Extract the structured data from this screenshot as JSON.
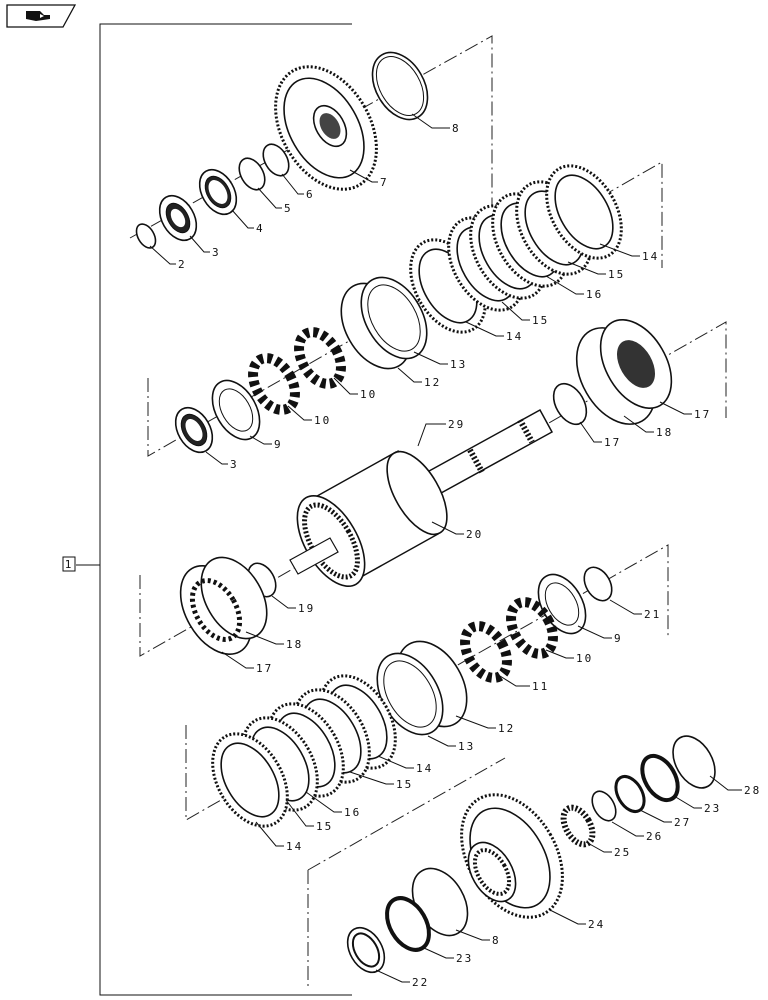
{
  "nav_icon": "back-arrow-icon",
  "group_marker": "1",
  "callouts": [
    {
      "id": "c2",
      "text": "2"
    },
    {
      "id": "c3a",
      "text": "3"
    },
    {
      "id": "c4",
      "text": "4"
    },
    {
      "id": "c5",
      "text": "5"
    },
    {
      "id": "c6",
      "text": "6"
    },
    {
      "id": "c7",
      "text": "7"
    },
    {
      "id": "c8a",
      "text": "8"
    },
    {
      "id": "c14a",
      "text": "14"
    },
    {
      "id": "c15a",
      "text": "15"
    },
    {
      "id": "c16a",
      "text": "16"
    },
    {
      "id": "c15b",
      "text": "15"
    },
    {
      "id": "c14b",
      "text": "14"
    },
    {
      "id": "c13a",
      "text": "13"
    },
    {
      "id": "c12a",
      "text": "12"
    },
    {
      "id": "c10a",
      "text": "10"
    },
    {
      "id": "c10b",
      "text": "10"
    },
    {
      "id": "c9a",
      "text": "9"
    },
    {
      "id": "c3b",
      "text": "3"
    },
    {
      "id": "c29",
      "text": "29"
    },
    {
      "id": "c17a",
      "text": "17"
    },
    {
      "id": "c17b",
      "text": "17"
    },
    {
      "id": "c18a",
      "text": "18"
    },
    {
      "id": "c20",
      "text": "20"
    },
    {
      "id": "c19",
      "text": "19"
    },
    {
      "id": "c18b",
      "text": "18"
    },
    {
      "id": "c17c",
      "text": "17"
    },
    {
      "id": "c21",
      "text": "21"
    },
    {
      "id": "c9b",
      "text": "9"
    },
    {
      "id": "c10c",
      "text": "10"
    },
    {
      "id": "c11",
      "text": "11"
    },
    {
      "id": "c12b",
      "text": "12"
    },
    {
      "id": "c13b",
      "text": "13"
    },
    {
      "id": "c14c",
      "text": "14"
    },
    {
      "id": "c15c",
      "text": "15"
    },
    {
      "id": "c16b",
      "text": "16"
    },
    {
      "id": "c15d",
      "text": "15"
    },
    {
      "id": "c14d",
      "text": "14"
    },
    {
      "id": "c28",
      "text": "28"
    },
    {
      "id": "c23a",
      "text": "23"
    },
    {
      "id": "c27",
      "text": "27"
    },
    {
      "id": "c26",
      "text": "26"
    },
    {
      "id": "c25",
      "text": "25"
    },
    {
      "id": "c24",
      "text": "24"
    },
    {
      "id": "c8b",
      "text": "8"
    },
    {
      "id": "c23b",
      "text": "23"
    },
    {
      "id": "c22",
      "text": "22"
    }
  ]
}
